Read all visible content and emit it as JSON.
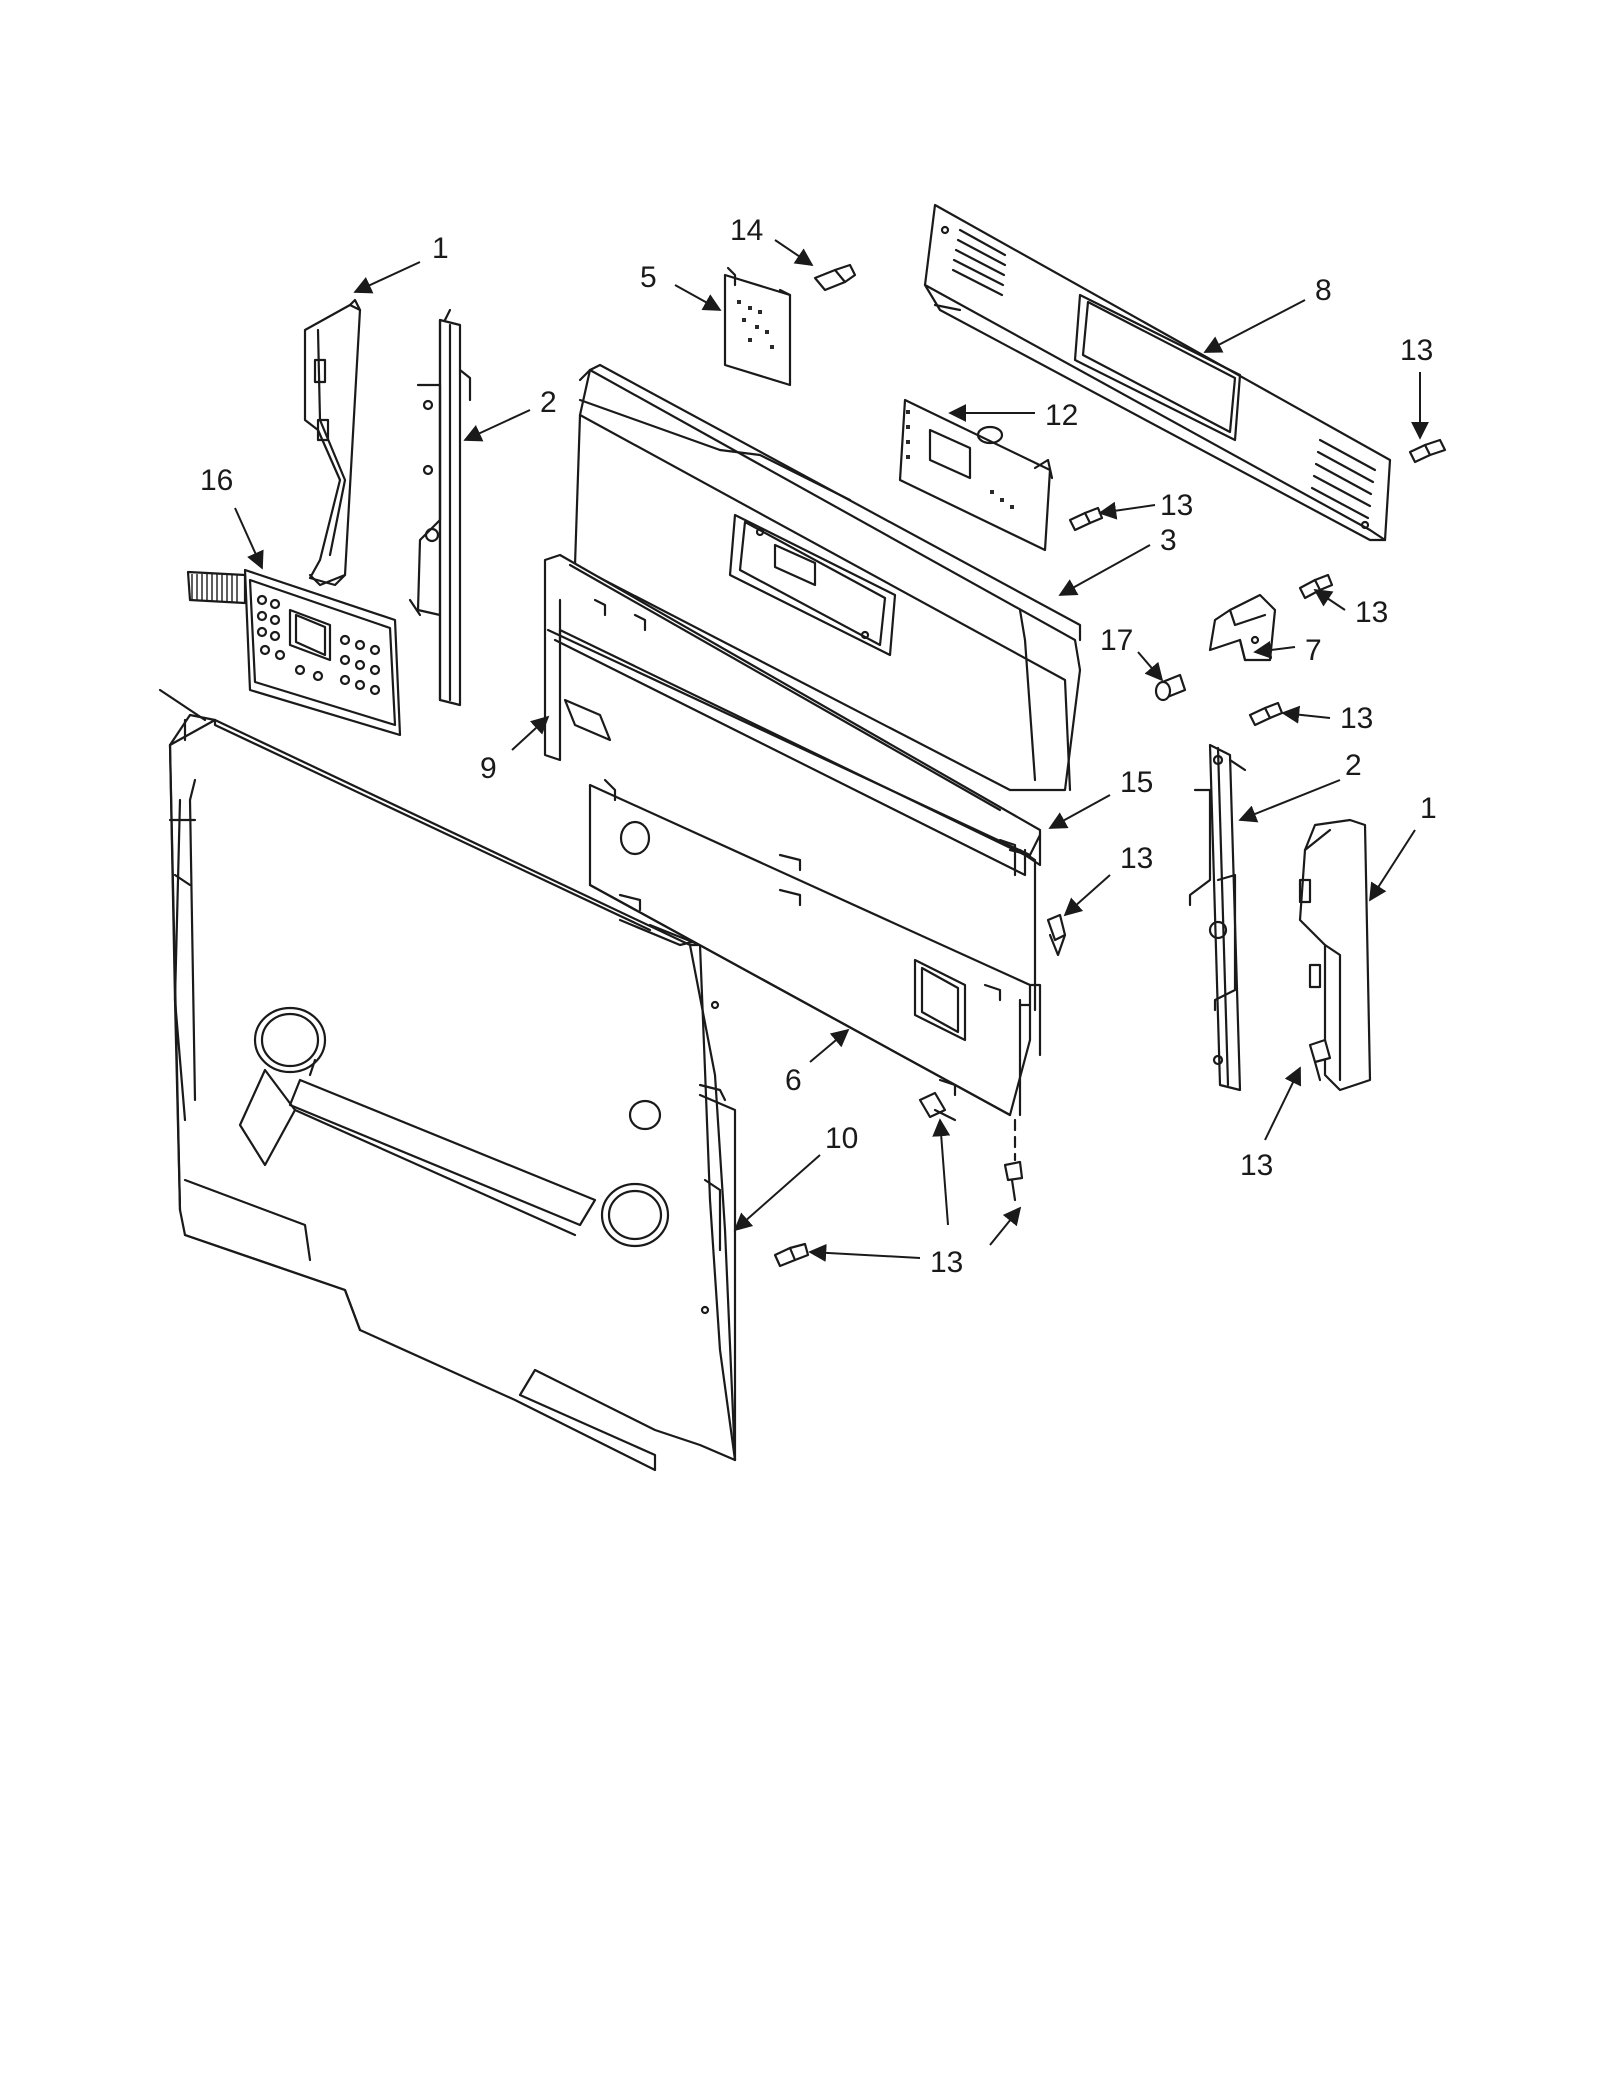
{
  "callouts": [
    {
      "id": "c1a",
      "label": "1"
    },
    {
      "id": "c2a",
      "label": "2"
    },
    {
      "id": "c16",
      "label": "16"
    },
    {
      "id": "c14",
      "label": "14"
    },
    {
      "id": "c5",
      "label": "5"
    },
    {
      "id": "c8",
      "label": "8"
    },
    {
      "id": "c13a",
      "label": "13"
    },
    {
      "id": "c12",
      "label": "12"
    },
    {
      "id": "c13b",
      "label": "13"
    },
    {
      "id": "c3",
      "label": "3"
    },
    {
      "id": "c13c",
      "label": "13"
    },
    {
      "id": "c17",
      "label": "17"
    },
    {
      "id": "c7",
      "label": "7"
    },
    {
      "id": "c13d",
      "label": "13"
    },
    {
      "id": "c9",
      "label": "9"
    },
    {
      "id": "c15",
      "label": "15"
    },
    {
      "id": "c2b",
      "label": "2"
    },
    {
      "id": "c1b",
      "label": "1"
    },
    {
      "id": "c13e",
      "label": "13"
    },
    {
      "id": "c13f",
      "label": "13"
    },
    {
      "id": "c6",
      "label": "6"
    },
    {
      "id": "c10",
      "label": "10"
    },
    {
      "id": "c13g",
      "label": "13"
    }
  ]
}
